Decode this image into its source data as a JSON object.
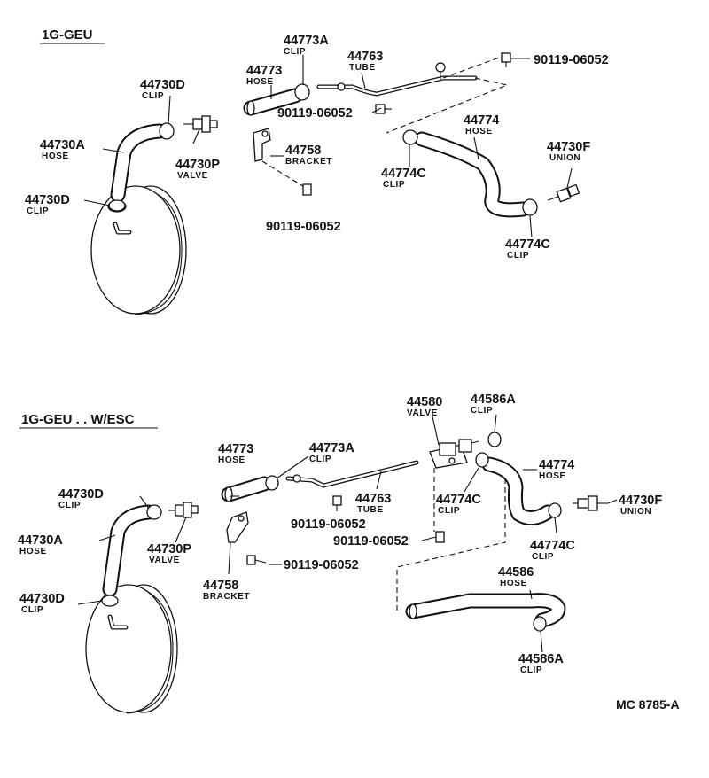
{
  "sections": [
    {
      "title": "1G-GEU"
    },
    {
      "title": "1G-GEU . . W/ESC"
    }
  ],
  "labels": {
    "s1": {
      "p44773A": {
        "num": "44773A",
        "name": "CLIP"
      },
      "p44763": {
        "num": "44763",
        "name": "TUBE"
      },
      "p90119a": {
        "num": "90119-06052"
      },
      "p44773": {
        "num": "44773",
        "name": "HOSE"
      },
      "p90119b": {
        "num": "90119-06052"
      },
      "p44730D1": {
        "num": "44730D",
        "name": "CLIP"
      },
      "p44730A": {
        "num": "44730A",
        "name": "HOSE"
      },
      "p44730P": {
        "num": "44730P",
        "name": "VALVE"
      },
      "p44758": {
        "num": "44758",
        "name": "BRACKET"
      },
      "p44774": {
        "num": "44774",
        "name": "HOSE"
      },
      "p44730F": {
        "num": "44730F",
        "name": "UNION"
      },
      "p44774C1": {
        "num": "44774C",
        "name": "CLIP"
      },
      "p44730D2": {
        "num": "44730D",
        "name": "CLIP"
      },
      "p90119c": {
        "num": "90119-06052"
      },
      "p44774C2": {
        "num": "44774C",
        "name": "CLIP"
      }
    },
    "s2": {
      "p44580": {
        "num": "44580",
        "name": "VALVE"
      },
      "p44586A1": {
        "num": "44586A",
        "name": "CLIP"
      },
      "p44773": {
        "num": "44773",
        "name": "HOSE"
      },
      "p44773A": {
        "num": "44773A",
        "name": "CLIP"
      },
      "p44774": {
        "num": "44774",
        "name": "HOSE"
      },
      "p44730D1": {
        "num": "44730D",
        "name": "CLIP"
      },
      "p44763": {
        "num": "44763",
        "name": "TUBE"
      },
      "p44774C1": {
        "num": "44774C",
        "name": "CLIP"
      },
      "p44730F": {
        "num": "44730F",
        "name": "UNION"
      },
      "p44730A": {
        "num": "44730A",
        "name": "HOSE"
      },
      "p44730P": {
        "num": "44730P",
        "name": "VALVE"
      },
      "p90119a": {
        "num": "90119-06052"
      },
      "p90119b": {
        "num": "90119-06052"
      },
      "p44774C2": {
        "num": "44774C",
        "name": "CLIP"
      },
      "p90119c": {
        "num": "90119-06052"
      },
      "p44586": {
        "num": "44586",
        "name": "HOSE"
      },
      "p44758": {
        "num": "44758",
        "name": "BRACKET"
      },
      "p44730D2": {
        "num": "44730D",
        "name": "CLIP"
      },
      "p44586A2": {
        "num": "44586A",
        "name": "CLIP"
      }
    }
  },
  "reference": "MC 8785-A"
}
